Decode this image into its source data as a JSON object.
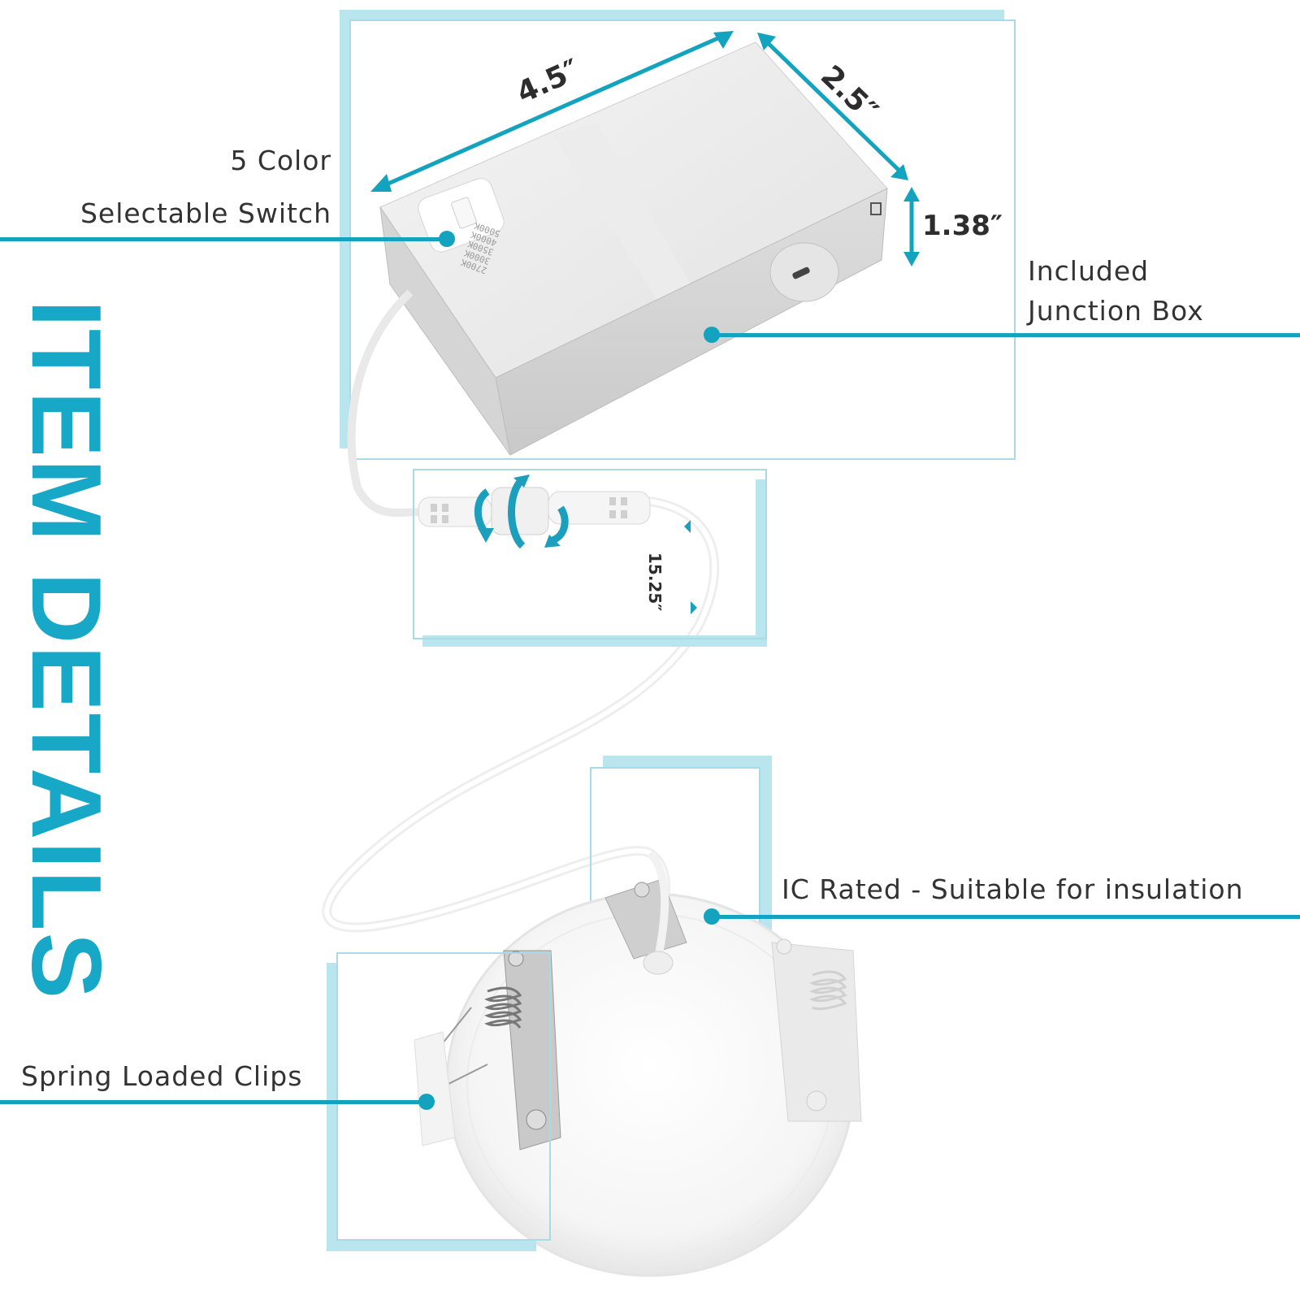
{
  "title": "ITEM DETAILS",
  "colors": {
    "accent": "#14a3bf",
    "title": "#17a8c8",
    "frame": "#a8dbe5",
    "frame_shadow": "#b9e6ee",
    "text": "#333333"
  },
  "dimensions": {
    "length": "4.5″",
    "width": "2.5″",
    "height": "1.38″",
    "cable": "15.25″"
  },
  "callouts": {
    "switch": {
      "line1": "5 Color",
      "line2": "Selectable Switch"
    },
    "junction_box": {
      "line1": "Included",
      "line2": "Junction Box"
    },
    "ic_rated": {
      "text": "IC Rated - Suitable for insulation"
    },
    "spring_clips": {
      "text": "Spring Loaded Clips"
    }
  },
  "switch_markings": [
    "2700K",
    "3000K",
    "3500K",
    "4000K",
    "5000K"
  ]
}
